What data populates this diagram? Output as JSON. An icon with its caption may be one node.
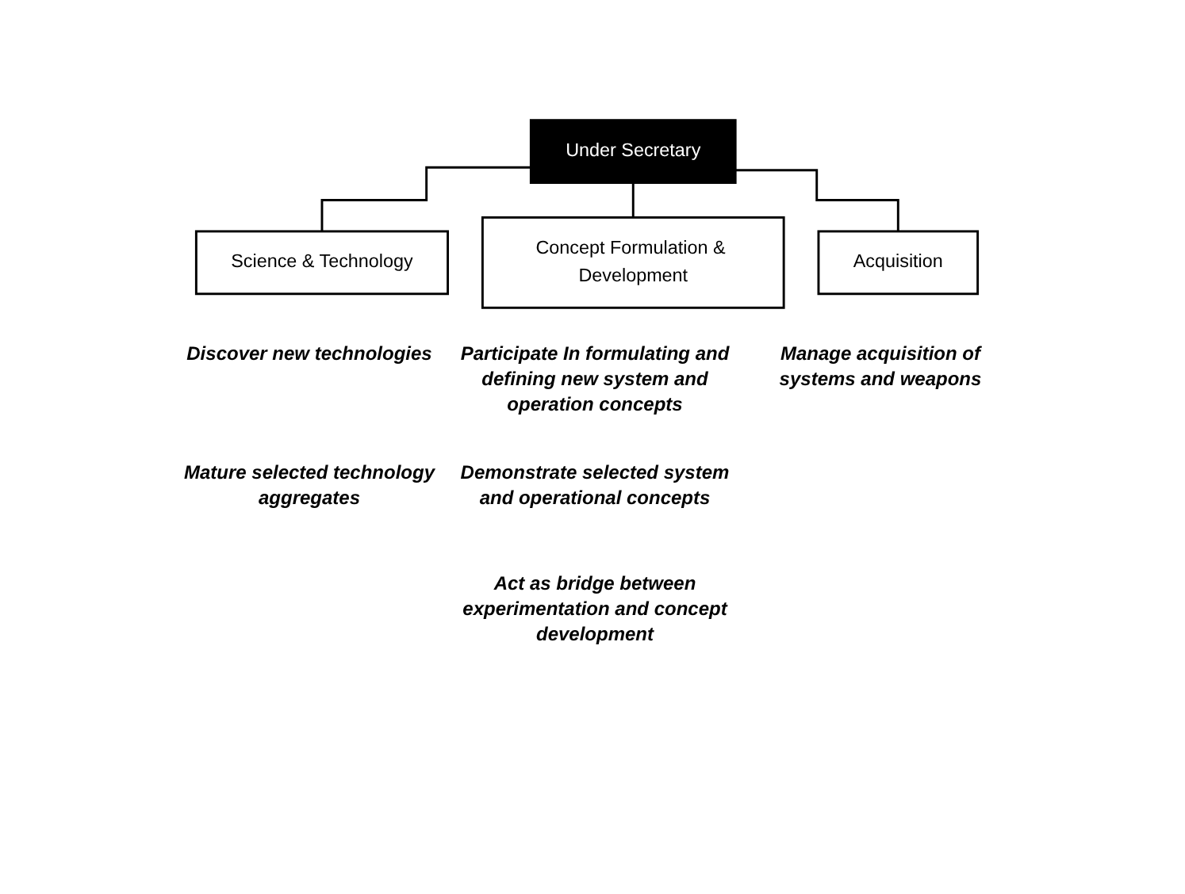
{
  "diagram": {
    "nodes": [
      {
        "text": [
          "Under Secretary"
        ]
      },
      {
        "text": [
          "Science & Technology"
        ]
      },
      {
        "text": [
          "Concept Formulation & Development"
        ]
      },
      {
        "text": [
          "Acquisition"
        ]
      }
    ],
    "edges": [
      {
        "from": 0,
        "to": 1,
        "arrow": "none"
      },
      {
        "from": 0,
        "to": 2,
        "arrow": "none"
      },
      {
        "from": 0,
        "to": 3,
        "arrow": "none"
      }
    ],
    "labels": [
      "Discover new technologies",
      "Participate In formulating and defining new system and operation concepts",
      "Manage acquisition of systems and weapons",
      "Mature selected technology aggregates",
      "Demonstrate selected system and operational concepts",
      "Act as bridge between experimentation and concept development"
    ]
  }
}
